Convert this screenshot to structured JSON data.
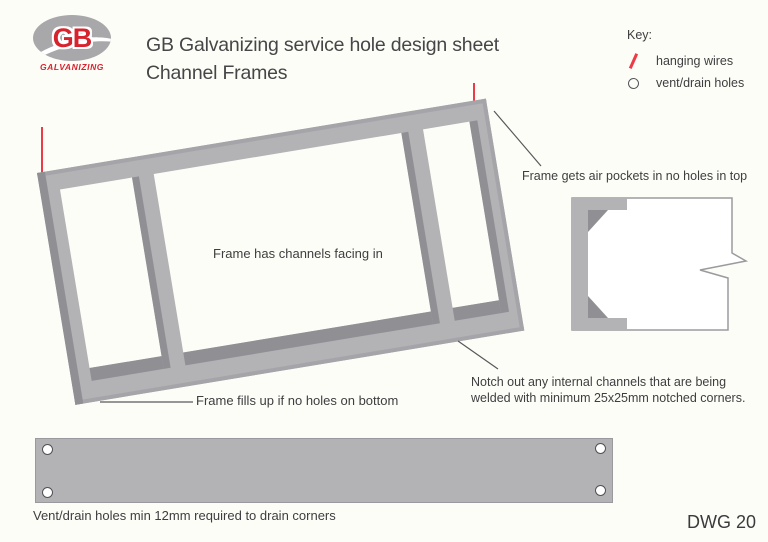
{
  "header": {
    "title_line1": "GB Galvanizing service hole design sheet",
    "title_line2": "Channel Frames"
  },
  "logo": {
    "text": "GB",
    "subtext": "GALVANIZING",
    "red": "#d7232e",
    "gray": "#a8a8ab"
  },
  "key": {
    "label": "Key:",
    "items": [
      {
        "icon": "hanging-wire-icon",
        "label": "hanging wires"
      },
      {
        "icon": "vent-drain-hole-icon",
        "label": "vent/drain holes"
      }
    ]
  },
  "diagram": {
    "frame_label": "Frame has channels facing in",
    "annotation_air_pockets": "Frame gets air pockets in no holes in top",
    "annotation_fills_up": "Frame fills up if no holes on bottom",
    "annotation_notch_line1": "Notch out any internal channels that are being",
    "annotation_notch_line2": "welded with minimum 25x25mm notched corners.",
    "colors": {
      "member_gray": "#b3b3b6",
      "member_shadow": "#8f8f94",
      "wire_red": "#ee3a46",
      "outline_gray": "#9b9b9f"
    }
  },
  "bottom_bar": {
    "caption": "Vent/drain holes min 12mm required to drain corners",
    "holes": 4
  },
  "footer": {
    "drawing_number": "DWG 20"
  }
}
